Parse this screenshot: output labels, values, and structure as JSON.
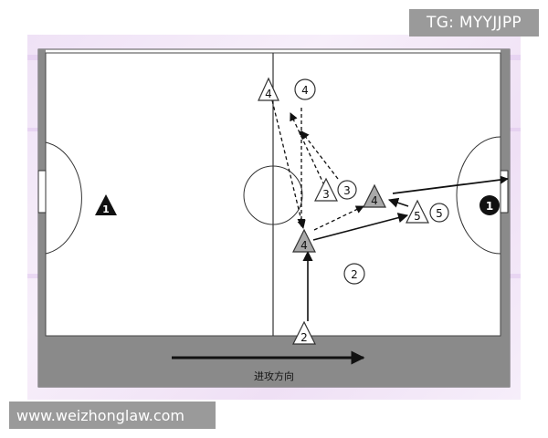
{
  "watermarks": {
    "top": "TG: MYYJJPP",
    "bottom": "www.weizhonglaw.com"
  },
  "court": {
    "direction_label": "进攻方向",
    "colors": {
      "court": "#ffffff",
      "band": "#8a8a8a",
      "line": "#333333",
      "gray_marker": "#a9a9a9"
    }
  },
  "players": {
    "defender_gk_label": "1",
    "defender_2_label": "2",
    "defender_3_label": "3",
    "defender_4_label": "4",
    "defender_5_label": "5",
    "attacker_gk_label": "1",
    "attacker_2_start_label": "2",
    "attacker_4_start_label": "4",
    "attacker_4_receive_label": "4",
    "attacker_4_final_label": "4",
    "attacker_3_label": "3",
    "attacker_5_label": "5"
  }
}
